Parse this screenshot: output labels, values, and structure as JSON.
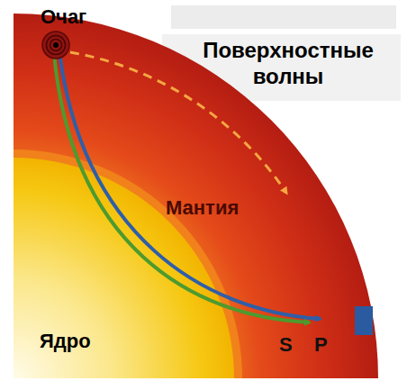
{
  "diagram": {
    "labels": [
      "Очаг",
      "Поверхностные волны",
      "Мантия",
      "Ядро",
      "S",
      "P"
    ]
  }
}
